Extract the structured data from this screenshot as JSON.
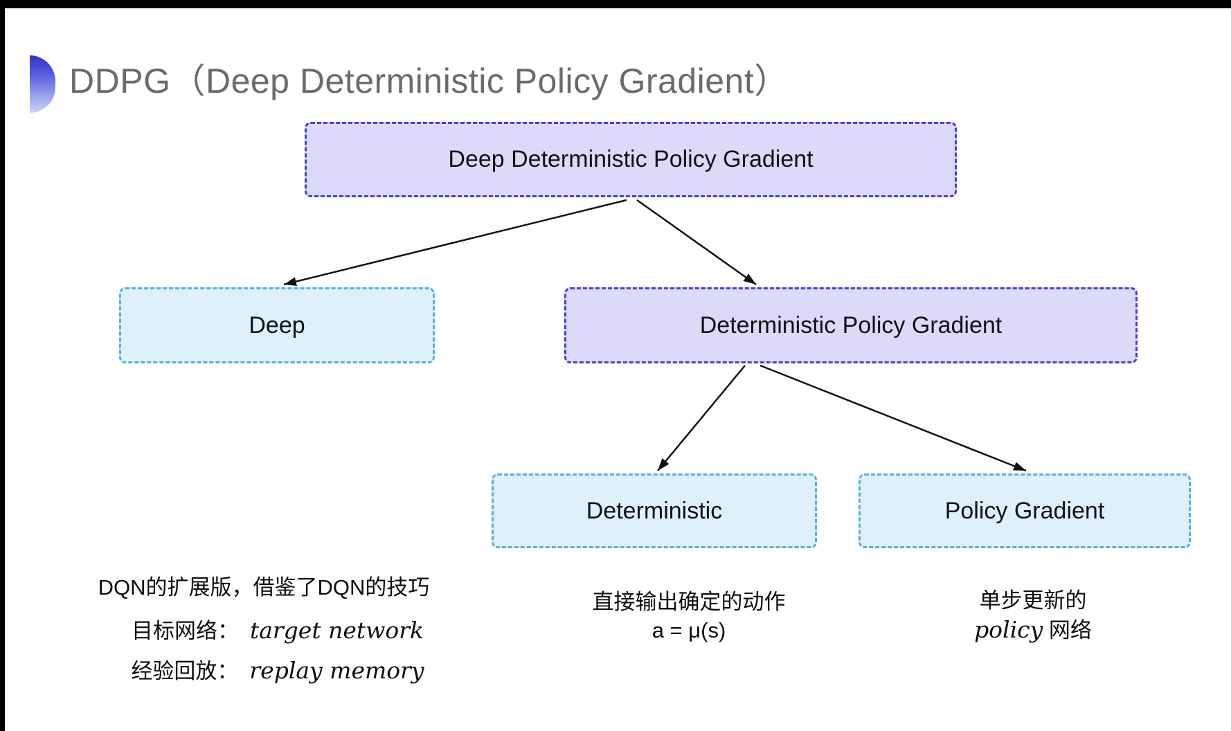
{
  "colors": {
    "purple_fill": "#dcdaf8",
    "purple_border": "#4040d8",
    "cyan_fill": "#def1fb",
    "cyan_border": "#58ade0",
    "arrow": "#111111",
    "title_gray": "#6b6b6b"
  },
  "title": {
    "text": "DDPG（Deep Deterministic Policy Gradient）",
    "icon": "half-circle-icon"
  },
  "diagram": {
    "nodes": [
      {
        "id": "ddpg",
        "label": "Deep Deterministic Policy Gradient",
        "variant": "purple"
      },
      {
        "id": "deep",
        "label": "Deep",
        "variant": "cyan"
      },
      {
        "id": "dpg",
        "label": "Deterministic Policy Gradient",
        "variant": "purple"
      },
      {
        "id": "deterministic",
        "label": "Deterministic",
        "variant": "cyan"
      },
      {
        "id": "policy_gradient",
        "label": "Policy Gradient",
        "variant": "cyan"
      }
    ]
  },
  "annotations": {
    "deep_notes": {
      "line1": "DQN的扩展版，借鉴了DQN的技巧",
      "target_label": "目标网络：",
      "target_value": "target network",
      "replay_label": "经验回放：",
      "replay_value": "replay memory"
    },
    "deterministic_notes": {
      "line1": "直接输出确定的动作",
      "formula": "a = μ(s)"
    },
    "policy_notes": {
      "line1": "单步更新的",
      "italic_word": "policy",
      "suffix": " 网络"
    }
  }
}
